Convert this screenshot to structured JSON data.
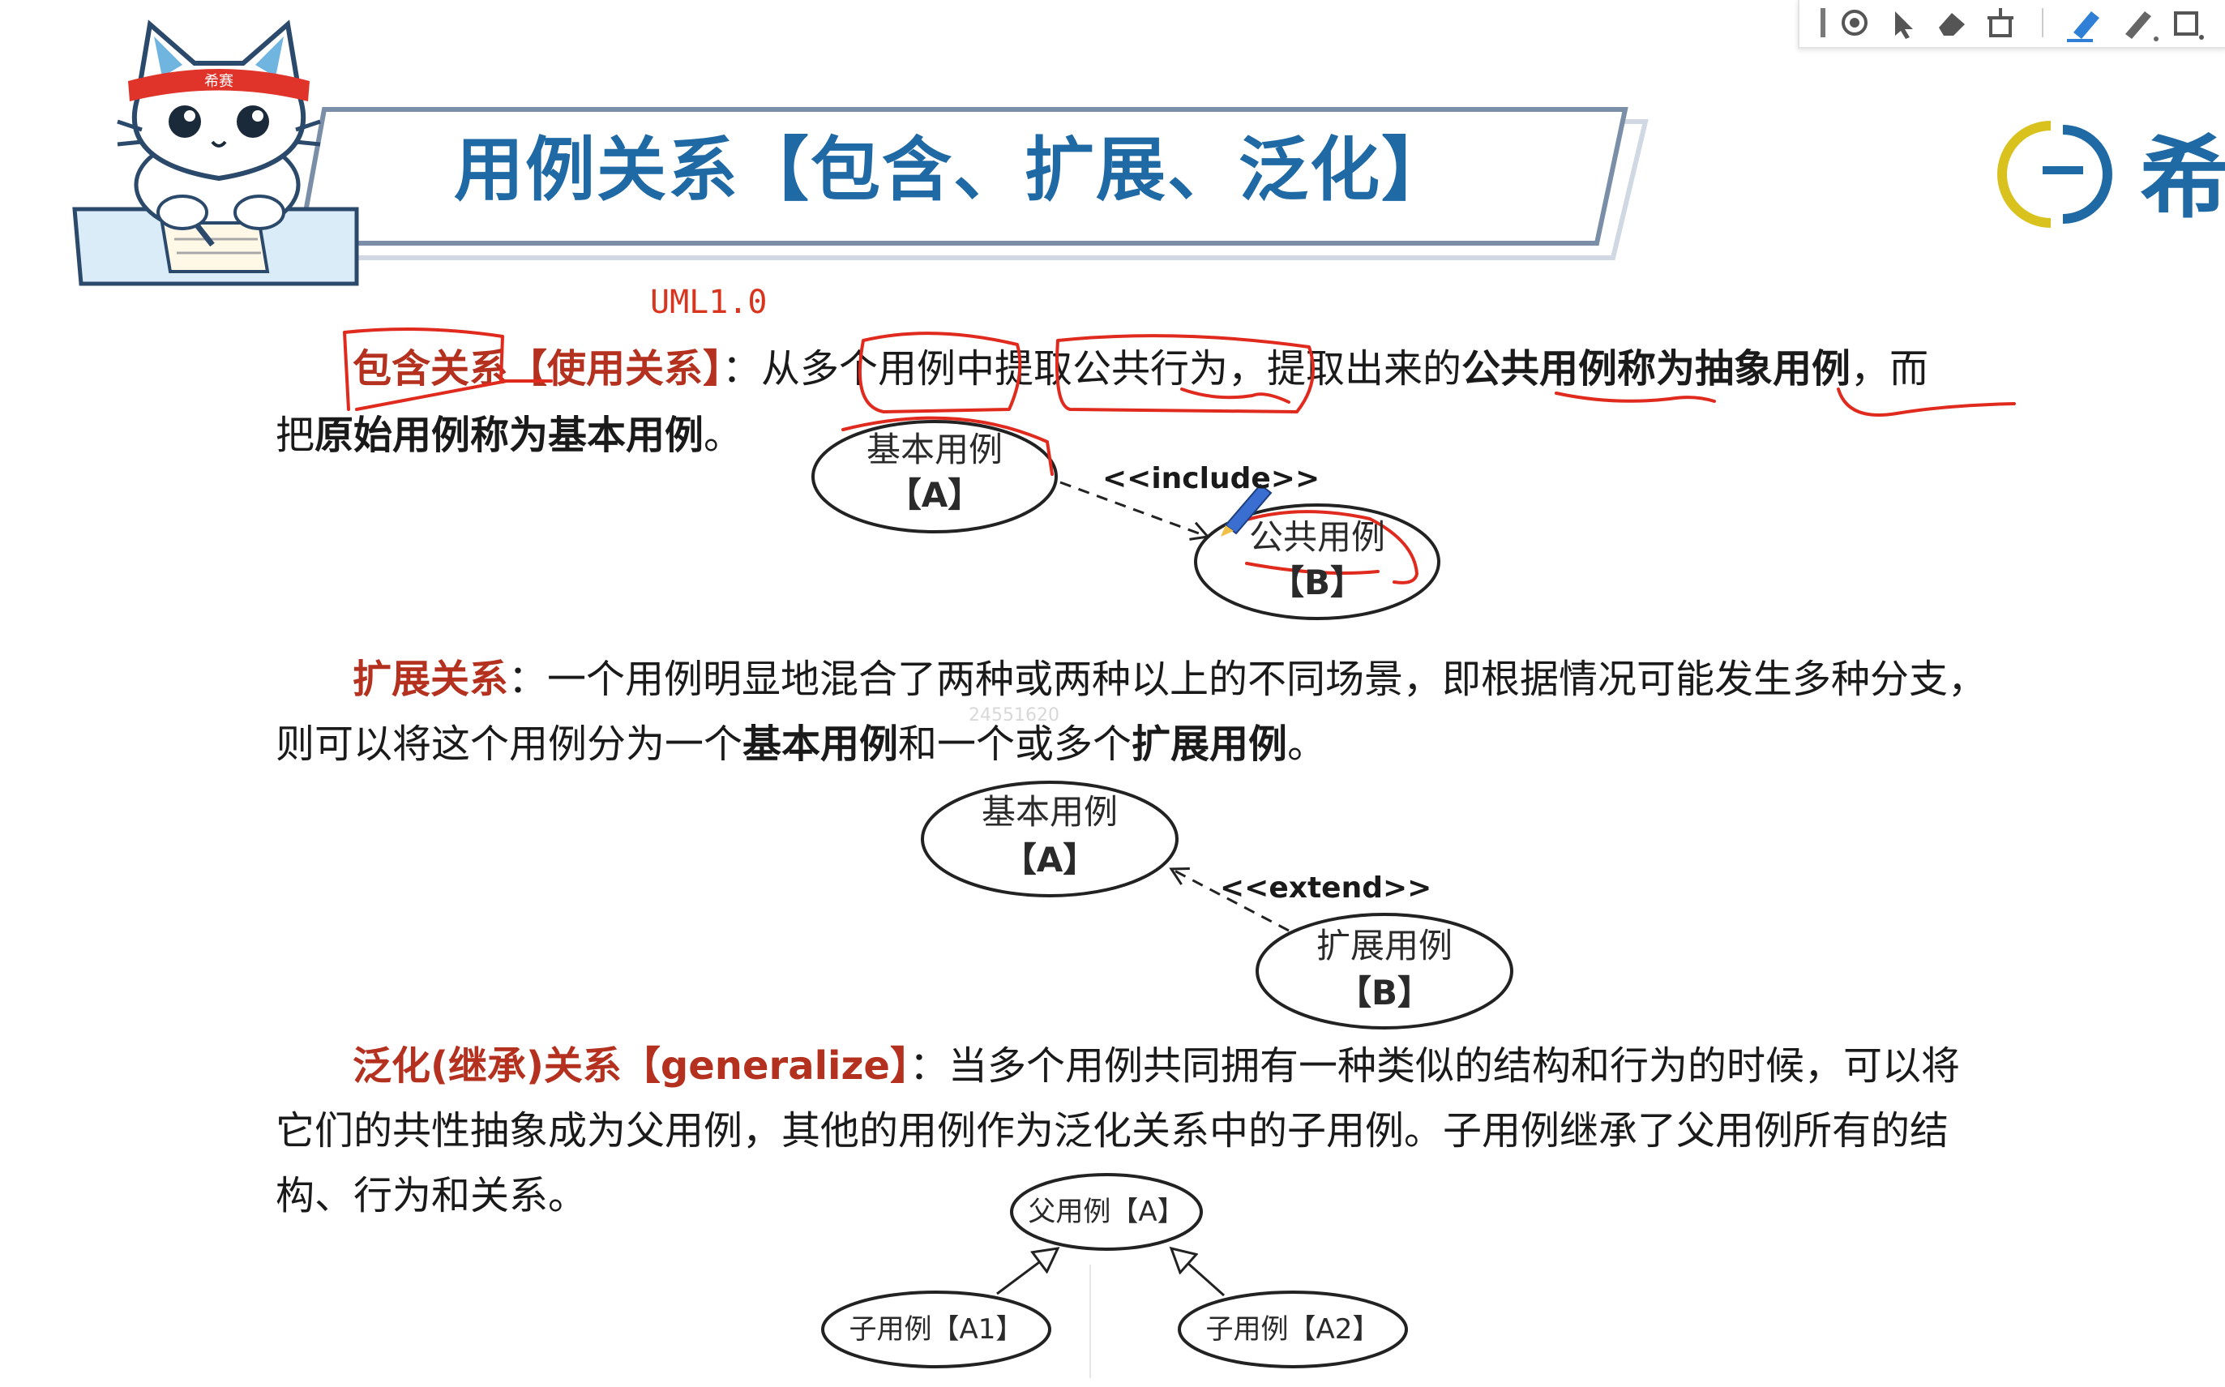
{
  "title": "用例关系【包含、扩展、泛化】",
  "brand": "希",
  "annotation_note": "UML1.0",
  "mascot_headband": "希赛",
  "watermark": "24551620",
  "include_section": {
    "line1": {
      "term": "包含关系【使用关系】",
      "text1": "：从多个用例中提取公共行为，提取出来的",
      "bold1": "公共用例称为抽象用例",
      "text2": "，而"
    },
    "line2": {
      "text1": "把",
      "bold1": "原始用例称为基本用例",
      "text2": "。"
    }
  },
  "extend_section": {
    "line1": {
      "term": "扩展关系",
      "text1": "：一个用例明显地混合了两种或两种以上的不同场景，即根据情况可能发生多种分支，"
    },
    "line2": {
      "text1": "则可以将这个用例分为一个",
      "bold1": "基本用例",
      "text2": "和一个或多个",
      "bold2": "扩展用例",
      "text3": "。"
    }
  },
  "generalize_section": {
    "line1": {
      "term": "泛化(继承)关系【generalize】",
      "text1": "：当多个用例共同拥有一种类似的结构和行为的时候，可以将"
    },
    "line2": "它们的共性抽象成为父用例，其他的用例作为泛化关系中的子用例。子用例继承了父用例所有的结",
    "line3": "构、行为和关系。"
  },
  "diagrams": {
    "include": {
      "base_name": "基本用例",
      "base_tag": "【A】",
      "common_name": "公共用例",
      "common_tag": "【B】",
      "edge_label": "<<include>>"
    },
    "extend": {
      "base_name": "基本用例",
      "base_tag": "【A】",
      "ext_name": "扩展用例",
      "ext_tag": "【B】",
      "edge_label": "<<extend>>"
    },
    "generalize": {
      "parent": "父用例【A】",
      "child1": "子用例【A1】",
      "child2": "子用例【A2】"
    }
  },
  "toolbar": {
    "icons": [
      "drag-handle-icon",
      "record-icon",
      "pointer-icon",
      "eraser-icon",
      "clear-icon",
      "highlighter-icon",
      "pen-icon",
      "shape-icon"
    ]
  },
  "colors": {
    "title_blue": "#1f6aa5",
    "term_red": "#b5311f",
    "ink_red": "#e02a1e"
  }
}
